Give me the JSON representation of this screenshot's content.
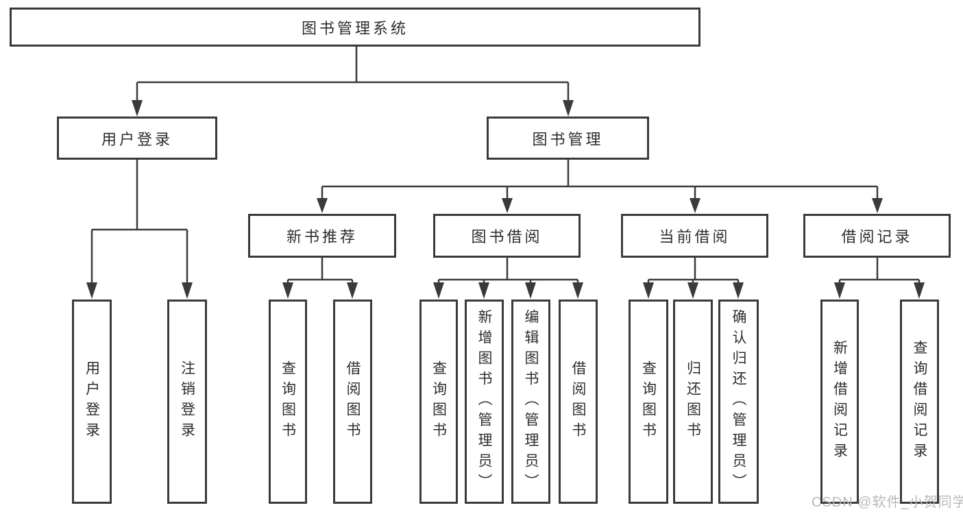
{
  "diagram": {
    "title": "图书管理系统",
    "level2": {
      "user_login": "用户登录",
      "book_mgmt": "图书管理"
    },
    "level3": {
      "new_recommend": "新书推荐",
      "book_borrow": "图书借阅",
      "current_borrow": "当前借阅",
      "borrow_records": "借阅记录"
    },
    "leaves": {
      "user_login": [
        "用户登录",
        "注销登录"
      ],
      "new_recommend": [
        "查询图书",
        "借阅图书"
      ],
      "book_borrow": [
        "查询图书",
        "新增图书（管理员）",
        "编辑图书（管理员）",
        "借阅图书"
      ],
      "current_borrow": [
        "查询图书",
        "归还图书",
        "确认归还（管理员）"
      ],
      "borrow_records": [
        "新增借阅记录",
        "查询借阅记录"
      ]
    }
  },
  "watermark": "CSDN @软件_小贺同学",
  "colors": {
    "line": "#3a3a3a",
    "text": "#2d2d2d",
    "watermark": "#b9b9b9",
    "background": "#ffffff"
  }
}
